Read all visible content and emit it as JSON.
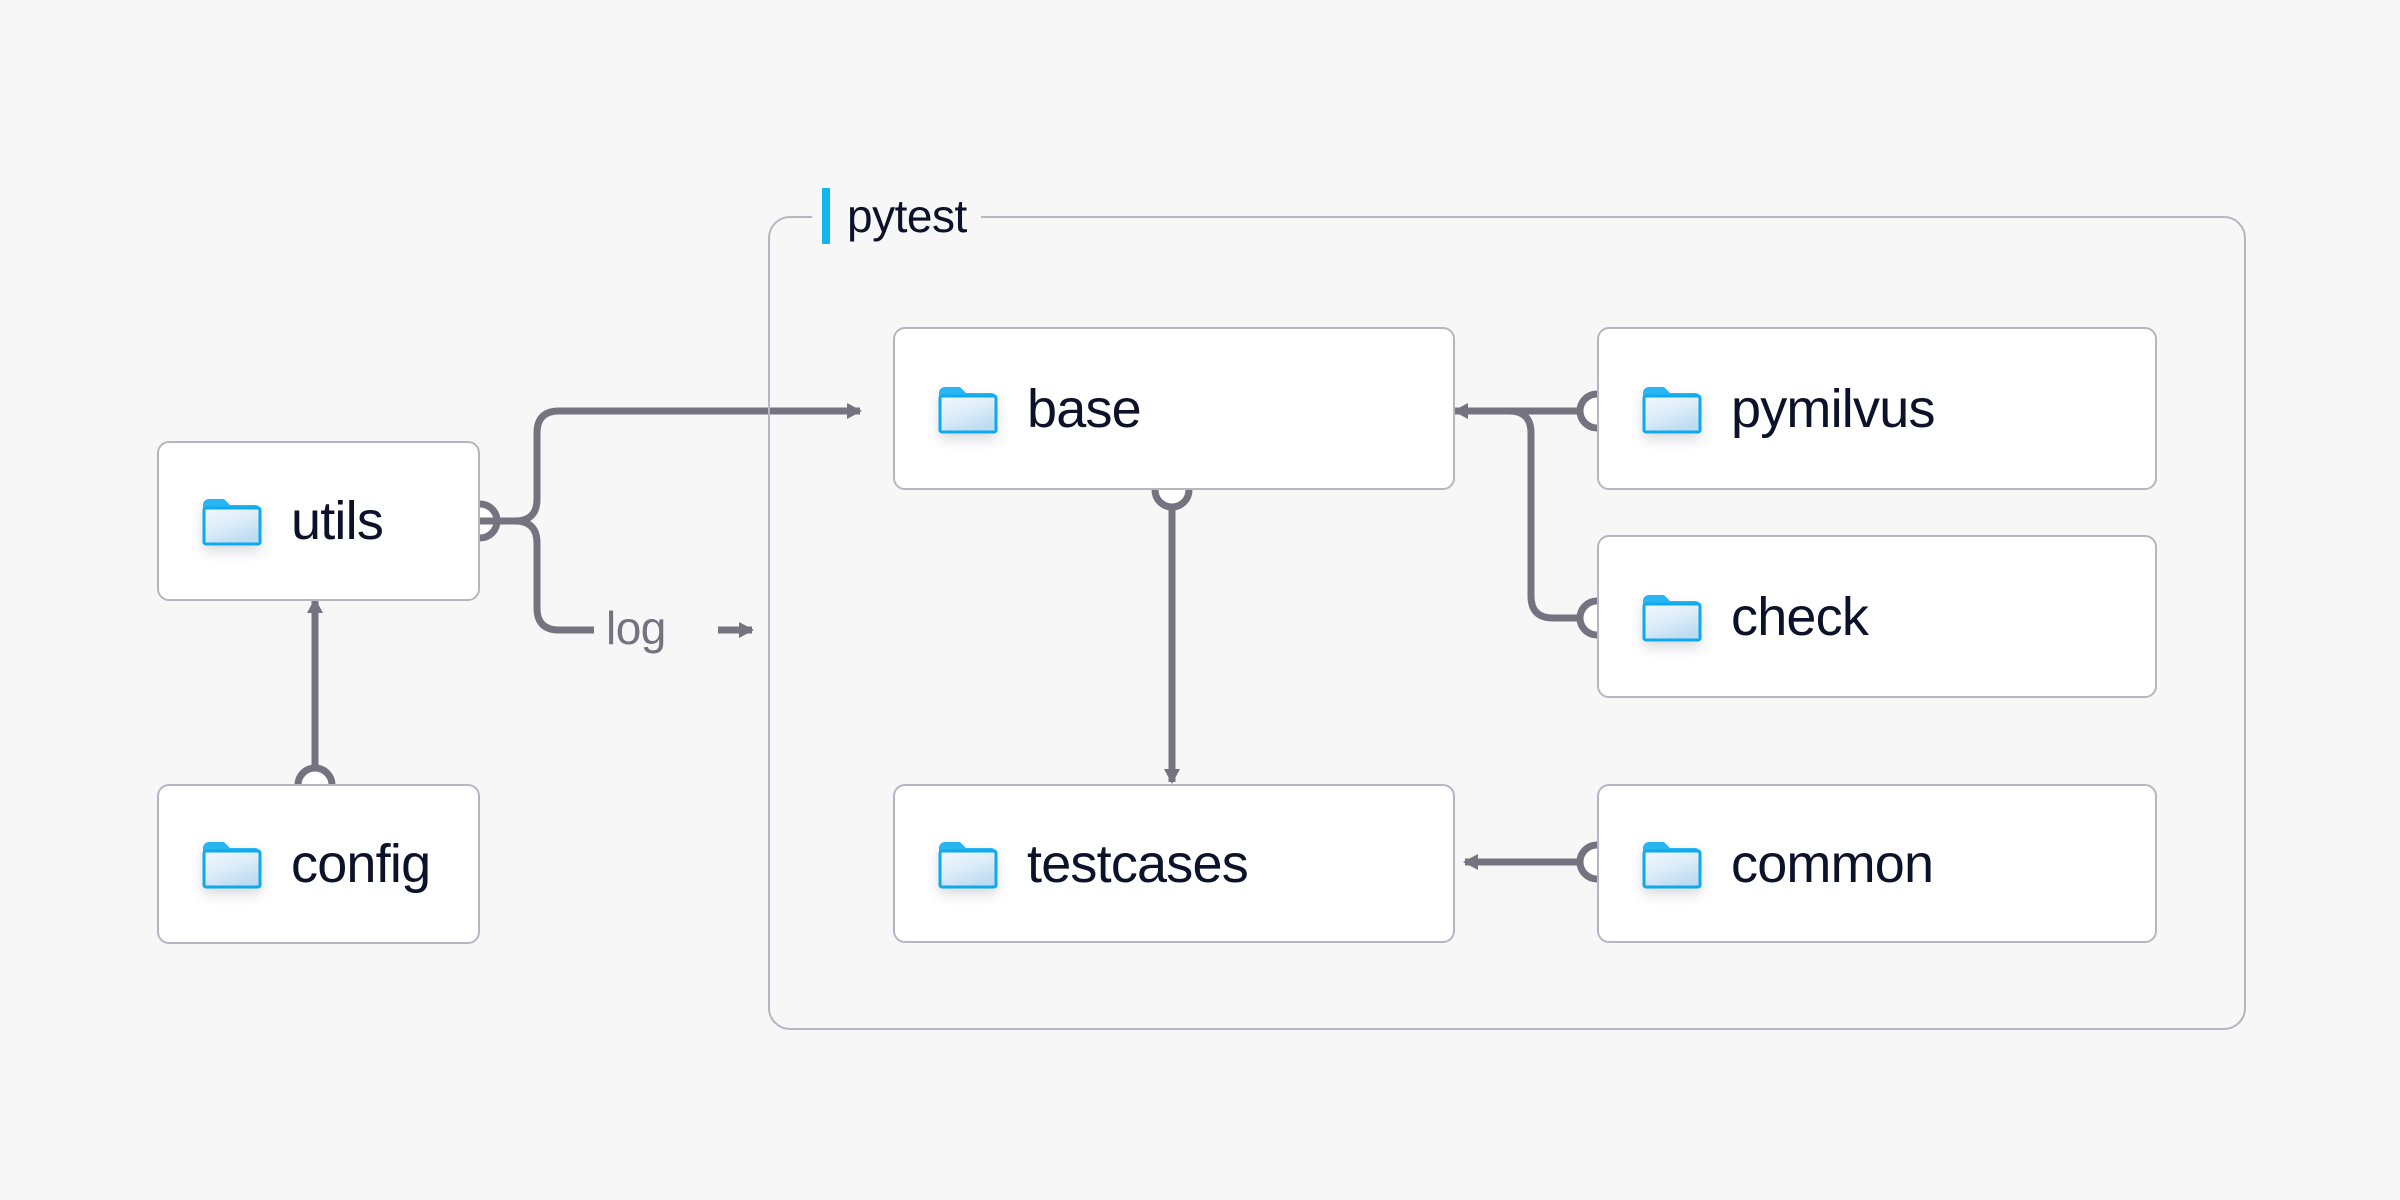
{
  "diagram": {
    "background_color": "#f7f7f8",
    "node_fill": "#ffffff",
    "node_border_color": "#b7b5c1",
    "edge_color": "#74737f",
    "accent_color": "#10b5ef",
    "text_color": "#0b1229",
    "folder_icon_name": "folder-icon"
  },
  "group": {
    "label": "pytest",
    "accent_color": "#10b5ef"
  },
  "nodes": [
    {
      "id": "utils",
      "label": "utils",
      "icon": "folder-icon",
      "group": null
    },
    {
      "id": "config",
      "label": "config",
      "icon": "folder-icon",
      "group": null
    },
    {
      "id": "base",
      "label": "base",
      "icon": "folder-icon",
      "group": "pytest"
    },
    {
      "id": "testcases",
      "label": "testcases",
      "icon": "folder-icon",
      "group": "pytest"
    },
    {
      "id": "pymilvus",
      "label": "pymilvus",
      "icon": "folder-icon",
      "group": "pytest"
    },
    {
      "id": "check",
      "label": "check",
      "icon": "folder-icon",
      "group": "pytest"
    },
    {
      "id": "common",
      "label": "common",
      "icon": "folder-icon",
      "group": "pytest"
    }
  ],
  "edges": [
    {
      "from": "config",
      "to": "utils",
      "label": ""
    },
    {
      "from": "utils",
      "to": "base",
      "label": ""
    },
    {
      "from": "utils",
      "to": "pytest",
      "label": "log"
    },
    {
      "from": "base",
      "to": "testcases",
      "label": ""
    },
    {
      "from": "pymilvus",
      "to": "base",
      "label": ""
    },
    {
      "from": "check",
      "to": "base",
      "label": ""
    },
    {
      "from": "common",
      "to": "testcases",
      "label": ""
    }
  ],
  "edge_labels": {
    "log": "log"
  }
}
